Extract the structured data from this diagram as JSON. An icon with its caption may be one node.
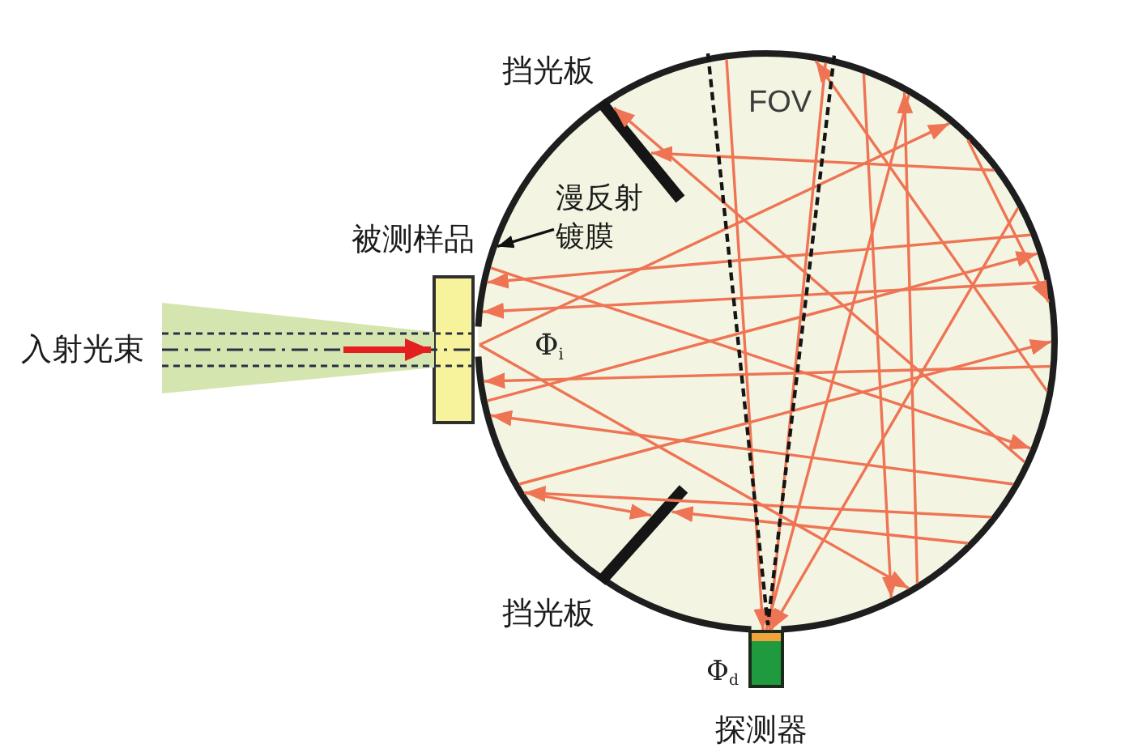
{
  "diagram": {
    "nodes": [
      {
        "text": [],
        "shape": "circle"
      },
      {
        "text": [],
        "shape": "bar",
        "in": 0
      },
      {
        "text": [
          "漫反射镀膜"
        ],
        "in": 0
      },
      {
        "text": [
          "被测样品"
        ]
      },
      {
        "text": [],
        "shape": "bar",
        "in": 0
      },
      {
        "text": [
          "探测器"
        ],
        "beside": [
          "Φ$_{d}$"
        ]
      }
    ],
    "edges": [
      {
        "from": 2,
        "to": 0,
        "arrow": "to",
        "color": "#111111"
      },
      {
        "from": 3,
        "to": 0,
        "arrow": "to"
      },
      {
        "from": 3,
        "to": 0,
        "arrow": "to"
      },
      {
        "from": 3,
        "to": 0,
        "arrow": "to"
      },
      {
        "from": 3,
        "to": 0,
        "arrow": "to"
      },
      {
        "from": 0,
        "to": 3,
        "arrow": "to"
      },
      {
        "from": 0,
        "to": 3,
        "arrow": "to"
      },
      {
        "from": 0,
        "to": 3,
        "arrow": "to"
      },
      {
        "from": 0,
        "to": 3,
        "arrow": "to"
      },
      {
        "from": 0,
        "to": 5,
        "arrow": "to"
      },
      {
        "from": 0,
        "to": 5,
        "arrow": "to"
      },
      {
        "from": 0,
        "to": 5,
        "arrow": "to"
      },
      {
        "from": 0,
        "to": 5,
        "arrow": "to"
      },
      {
        "from": 0,
        "to": 1,
        "arrow": "to"
      },
      {
        "from": 0,
        "to": 1,
        "arrow": "to"
      },
      {
        "from": 0,
        "to": 4,
        "arrow": "to"
      },
      {
        "from": 0,
        "to": 4,
        "arrow": "to"
      },
      {
        "from": null,
        "to": 3,
        "arrow": "to",
        "style": "thick",
        "color": "#e3201f"
      }
    ],
    "labels": [
      "挡光板",
      "FOV",
      "入射光束",
      "Φ$_{i}$",
      "挡光板"
    ]
  }
}
